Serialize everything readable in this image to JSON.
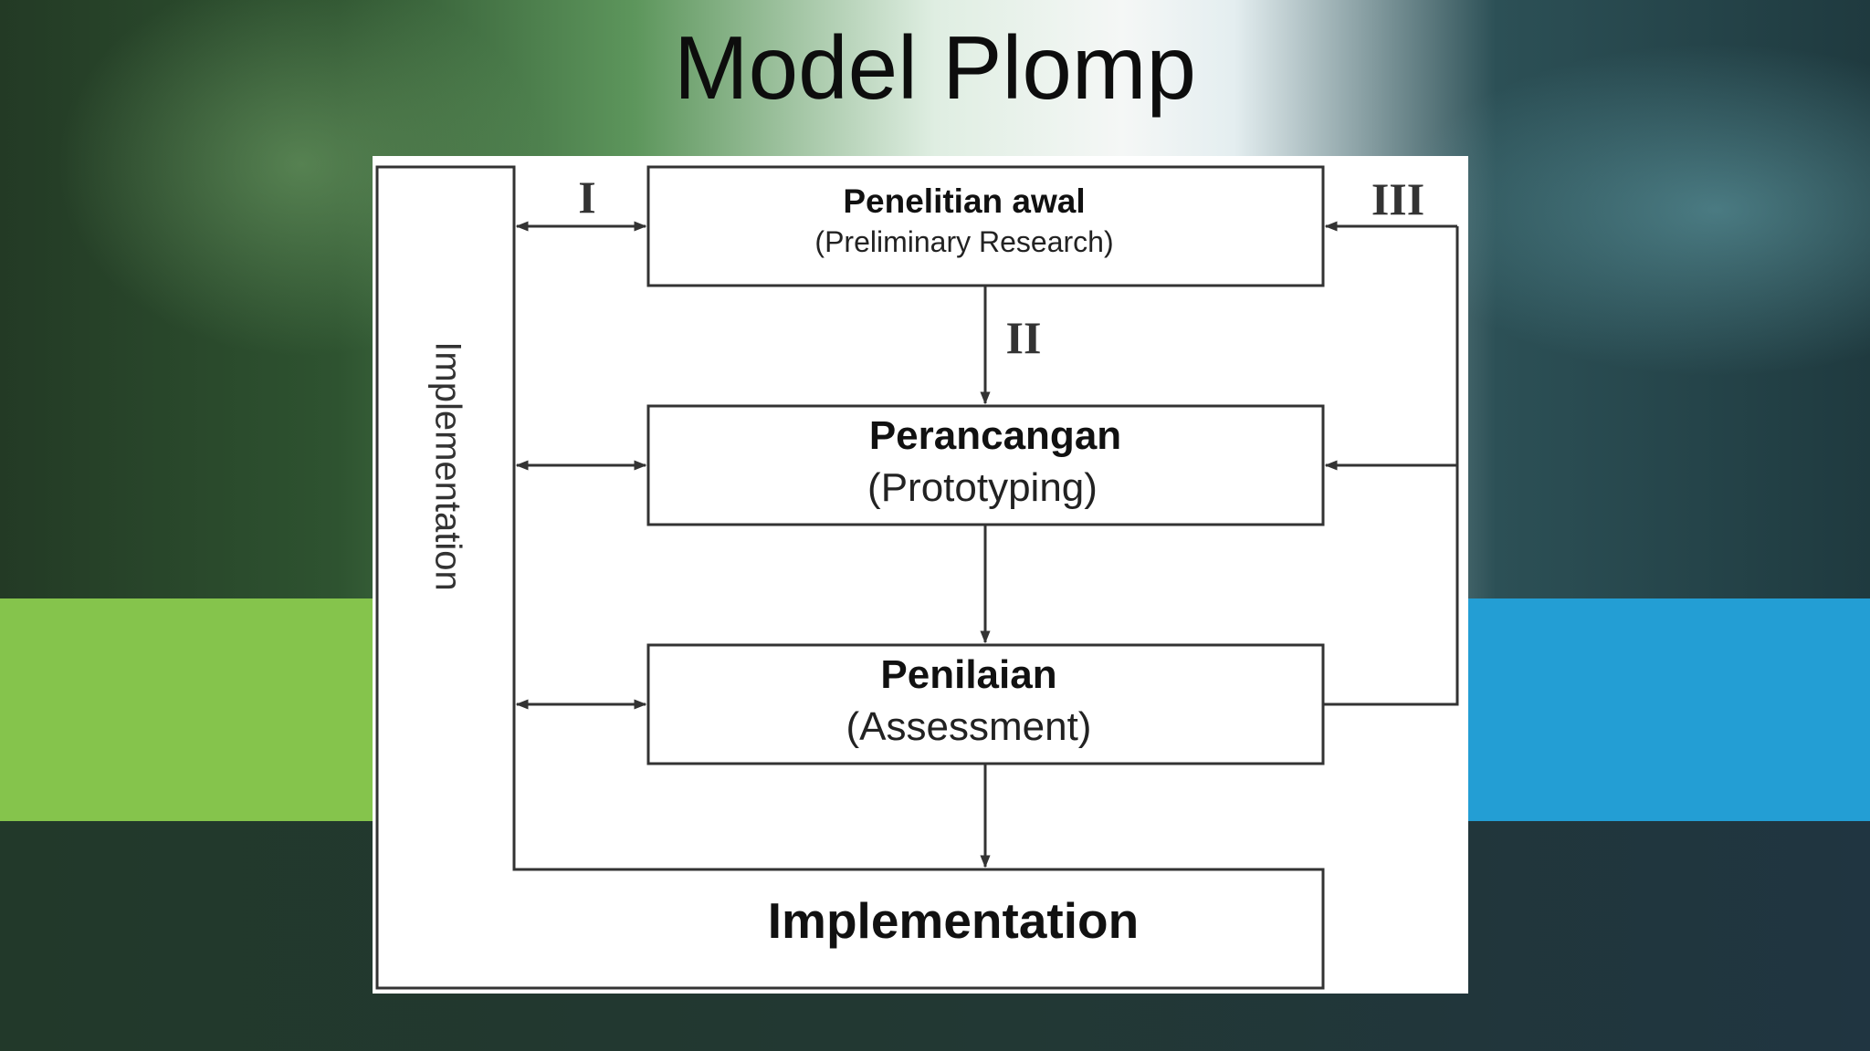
{
  "slide": {
    "title": "Model Plomp"
  },
  "diagram": {
    "side_label": "Implementation",
    "phase_labels": {
      "one": "I",
      "two": "II",
      "three": "III"
    },
    "boxes": {
      "preliminary": {
        "title": "Penelitian awal",
        "subtitle": "(Preliminary Research)"
      },
      "prototyping": {
        "title": "Perancangan",
        "subtitle": "(Prototyping)"
      },
      "assessment": {
        "title": "Penilaian",
        "subtitle": "(Assessment)"
      },
      "implementation": {
        "title": "Implementation"
      }
    },
    "colors": {
      "line": "#333333",
      "text": "#111111",
      "band_left": "#85c44c",
      "band_right": "#239ed4"
    }
  }
}
